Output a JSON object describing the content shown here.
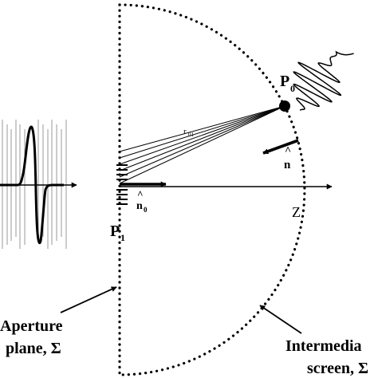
{
  "labels": {
    "p0_main": "P",
    "p0_sub": "0",
    "p1_main": "P",
    "p1_sub": "1",
    "r01_main": "r",
    "r01_sub": "01",
    "n_vec": "n",
    "n_hat": "^",
    "n0_main": "n",
    "n0_sub": "0",
    "n0_hat": "^",
    "z_axis": "Z",
    "aperture_line1": "Aperture",
    "aperture_line2": "plane, Σ",
    "screen_line1": "Intermedia",
    "screen_line2": "screen, Σ"
  },
  "colors": {
    "ink": "#000000",
    "background": "#ffffff",
    "noise": "#9a9a9a"
  }
}
